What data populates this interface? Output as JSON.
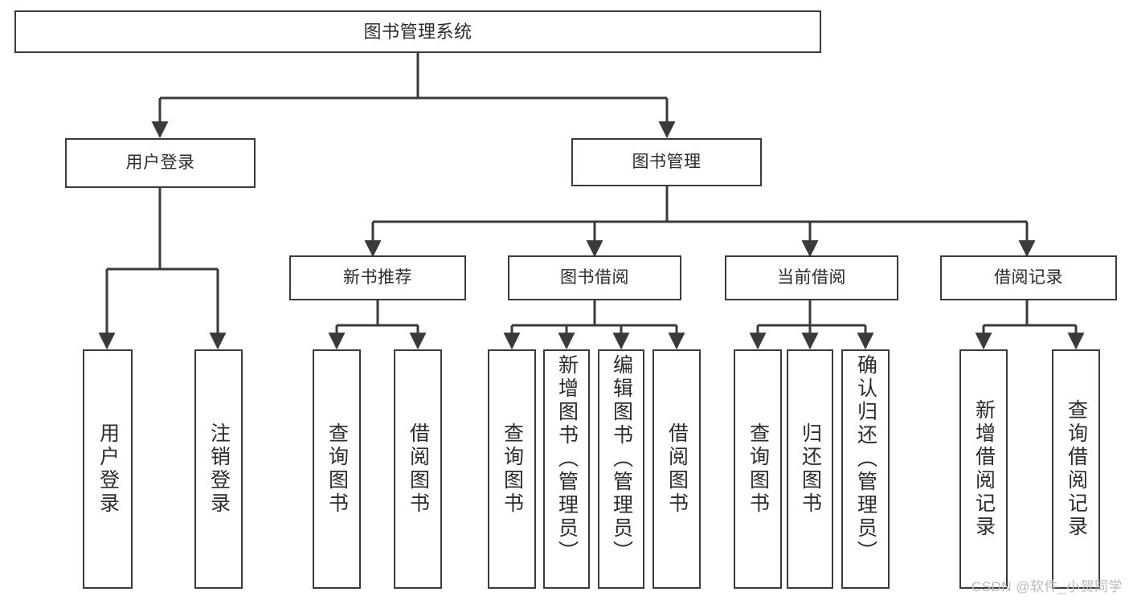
{
  "diagram": {
    "type": "tree",
    "title": "图书管理系统",
    "watermark": "CSDN @软件_小贺同学",
    "colors": {
      "stroke": "#3a3a3a",
      "fill": "#ffffff",
      "text": "#2b2b2b",
      "watermark": "#b9b9b9"
    },
    "levels": {
      "root": {
        "label": "图书管理系统"
      },
      "level1": [
        {
          "id": "user-login",
          "label": "用户登录"
        },
        {
          "id": "book-manage",
          "label": "图书管理"
        }
      ],
      "level2": [
        {
          "id": "new-book-rec",
          "label": "新书推荐",
          "parent": "book-manage"
        },
        {
          "id": "book-borrow",
          "label": "图书借阅",
          "parent": "book-manage"
        },
        {
          "id": "current-borrow",
          "label": "当前借阅",
          "parent": "book-manage"
        },
        {
          "id": "borrow-record",
          "label": "借阅记录",
          "parent": "book-manage"
        }
      ],
      "leaves": [
        {
          "id": "leaf-user-login",
          "label": "用户登录",
          "parent": "user-login"
        },
        {
          "id": "leaf-logout",
          "label": "注销登录",
          "parent": "user-login"
        },
        {
          "id": "leaf-query-book-1",
          "label": "查询图书",
          "parent": "new-book-rec"
        },
        {
          "id": "leaf-borrow-book-1",
          "label": "借阅图书",
          "parent": "new-book-rec"
        },
        {
          "id": "leaf-query-book-2",
          "label": "查询图书",
          "parent": "book-borrow"
        },
        {
          "id": "leaf-add-book",
          "label": "新增图书（管理员）",
          "parent": "book-borrow"
        },
        {
          "id": "leaf-edit-book",
          "label": "编辑图书（管理员）",
          "parent": "book-borrow"
        },
        {
          "id": "leaf-borrow-book-2",
          "label": "借阅图书",
          "parent": "book-borrow"
        },
        {
          "id": "leaf-query-book-3",
          "label": "查询图书",
          "parent": "current-borrow"
        },
        {
          "id": "leaf-return-book",
          "label": "归还图书",
          "parent": "current-borrow"
        },
        {
          "id": "leaf-confirm-return",
          "label": "确认归还（管理员）",
          "parent": "current-borrow"
        },
        {
          "id": "leaf-add-record",
          "label": "新增借阅记录",
          "parent": "borrow-record"
        },
        {
          "id": "leaf-query-record",
          "label": "查询借阅记录",
          "parent": "borrow-record"
        }
      ]
    }
  }
}
